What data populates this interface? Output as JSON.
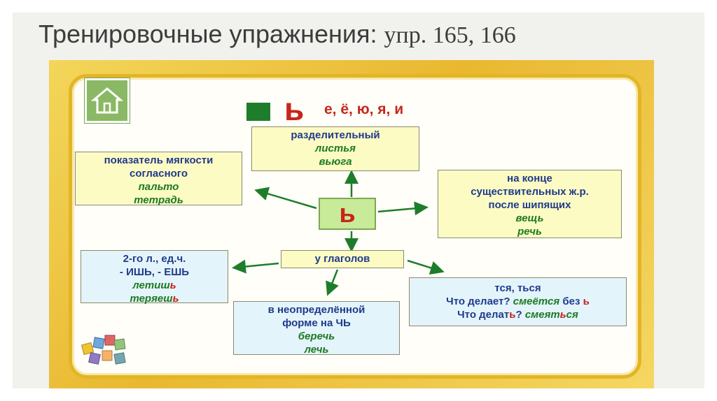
{
  "title": {
    "main": "Тренировочные упражнения: ",
    "numbers": "упр. 165, 166"
  },
  "header": {
    "sign": "ь",
    "vowels": "е, ё, ю, я, и"
  },
  "center": {
    "label": "ь"
  },
  "boxes": {
    "separating": {
      "title": "разделительный",
      "ex1": "листья",
      "ex2": "вьюга"
    },
    "softness": {
      "line1": "показатель мягкости",
      "line2": "согласного",
      "ex1": "пальто",
      "ex2": "тетрадь"
    },
    "nouns": {
      "line1": "на конце",
      "line2": "существительных ж.р.",
      "line3": "после шипящих",
      "ex1": "вещь",
      "ex2": "речь"
    },
    "verbs": {
      "title": "у глаголов"
    },
    "second_person": {
      "line1": "2-го л., ед.ч.",
      "line2": "- ИШЬ, - ЕШЬ",
      "ex1_a": "летиш",
      "ex1_b": "ь",
      "ex2_a": "теряеш",
      "ex2_b": "ь"
    },
    "infinitive": {
      "line1": "в неопределённой",
      "line2": "форме на ЧЬ",
      "ex1": "беречь",
      "ex2": "лечь"
    },
    "tsya": {
      "line1": "тся, ться",
      "q1": "Что делает?",
      "ex1": "смеётся",
      "q1_tail": "без",
      "q1_sign": "ь",
      "q2_a": "Что делат",
      "q2_b": "ь",
      "q2_c": "?",
      "ex2_a": "смеят",
      "ex2_b": "ь",
      "ex2_c": "ся"
    }
  },
  "colors": {
    "title": "#3c3c3c",
    "blue_text": "#1f3a8a",
    "green_text": "#1d7a22",
    "red": "#c6261c",
    "frame": "#e9b830"
  },
  "icons": [
    "home-icon",
    "letter-cubes-icon"
  ]
}
